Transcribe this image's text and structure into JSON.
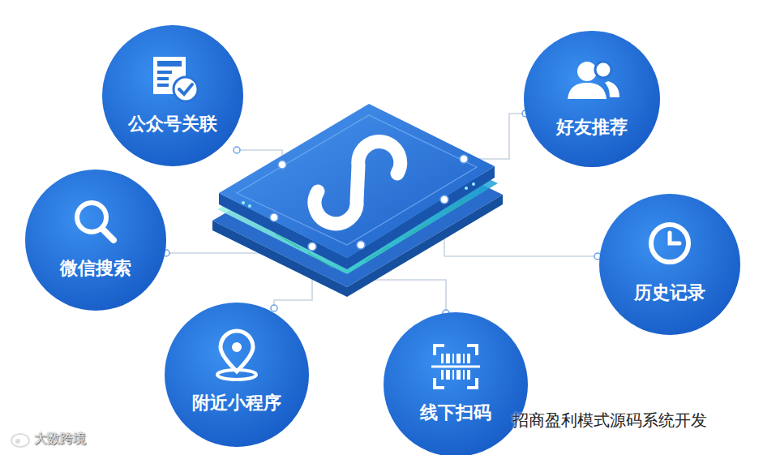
{
  "diagram": {
    "nodes": [
      {
        "text": [
          "公众号关联"
        ]
      },
      {
        "text": [
          "好友推荐"
        ]
      },
      {
        "text": [
          "微信搜索"
        ]
      },
      {
        "text": [
          "历史记录"
        ]
      },
      {
        "text": [
          "附近小程序"
        ]
      },
      {
        "text": [
          "线下扫码"
        ]
      }
    ],
    "labels": [
      "大数跨境",
      "招商盈利模式源码系统开发"
    ]
  }
}
